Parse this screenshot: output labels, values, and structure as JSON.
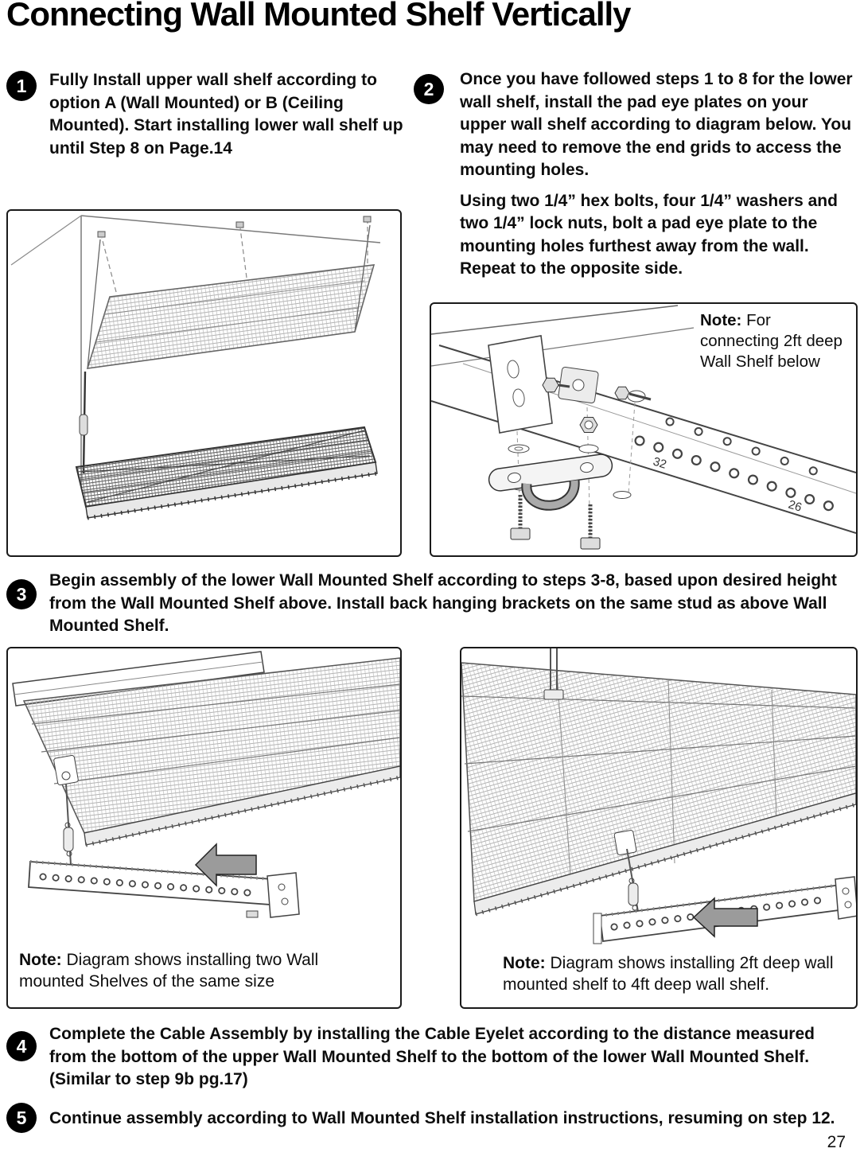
{
  "title": "Connecting Wall Mounted Shelf Vertically",
  "page_number": "27",
  "steps": {
    "s1": {
      "number": "1",
      "text": "Fully Install upper wall shelf according to option A (Wall Mounted) or B (Ceiling Mounted).  Start installing lower wall shelf up until Step 8 on Page.14"
    },
    "s2": {
      "number": "2",
      "para1": "Once you have followed steps 1 to 8 for the lower wall shelf, install the pad eye plates on your upper wall shelf according to diagram below. You may need to remove the end grids to access the mounting holes.",
      "para2": "Using two 1/4” hex bolts, four 1/4” washers and two 1/4” lock nuts, bolt a pad eye plate to the mounting holes furthest away from the wall. Repeat to the opposite side."
    },
    "s3": {
      "number": "3",
      "text": "Begin assembly of the lower Wall Mounted Shelf according to steps 3-8, based upon desired height from the Wall Mounted Shelf above. Install back hanging brackets on the same stud as above Wall Mounted Shelf."
    },
    "s4": {
      "number": "4",
      "text": "Complete the Cable Assembly by installing the Cable Eyelet according to the distance measured from the bottom of the upper Wall Mounted Shelf to the bottom of the lower Wall Mounted Shelf. (Similar to step 9b pg.17)"
    },
    "s5": {
      "number": "5",
      "text": "Continue assembly according to Wall Mounted Shelf installation instructions, resuming on step 12."
    }
  },
  "figures": {
    "padeye": {
      "note_label": "Note:",
      "note_text": " For connecting 2ft deep Wall Shelf below",
      "label_32": "32",
      "label_26": "26"
    },
    "same_size": {
      "note_label": "Note:",
      "note_text": " Diagram shows installing two Wall mounted Shelves of the same size"
    },
    "two_ft": {
      "note_label": "Note:",
      "note_text": " Diagram shows installing  2ft deep wall mounted shelf to 4ft deep wall shelf."
    }
  },
  "colors": {
    "ink": "#000000",
    "arrow_gray": "#9b9b9b",
    "line_gray": "#555555"
  }
}
